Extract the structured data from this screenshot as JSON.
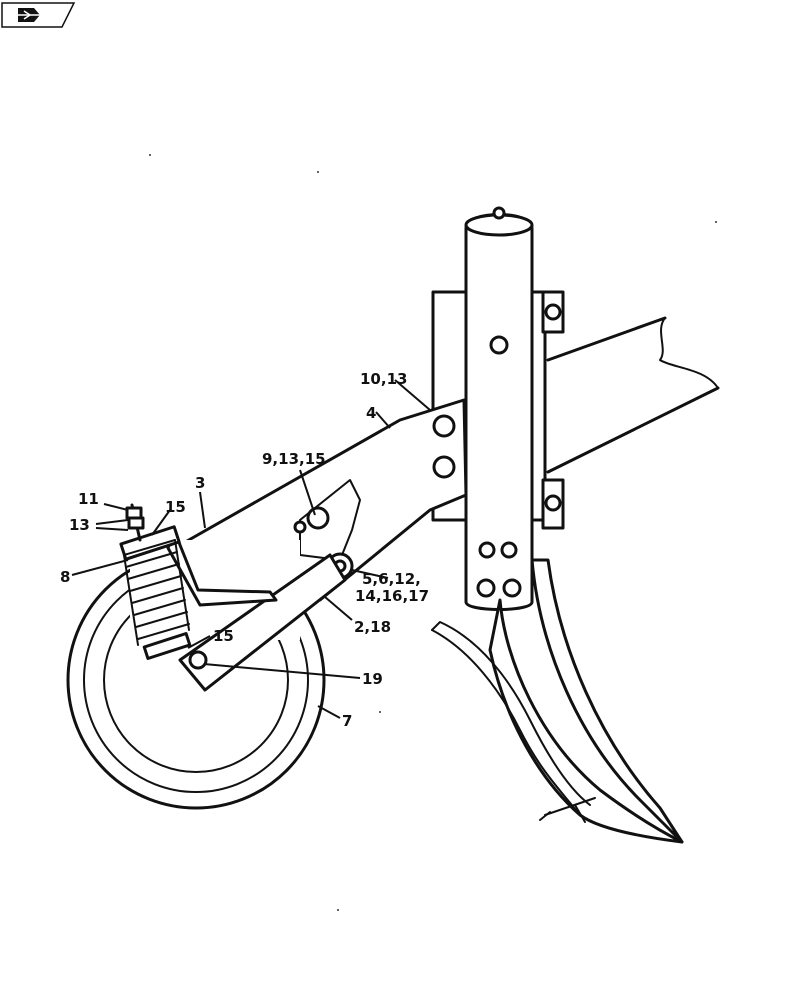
{
  "nav_icon": "book-arrow-icon",
  "callouts": [
    {
      "id": "c1",
      "label": "10,13"
    },
    {
      "id": "c2",
      "label": "4"
    },
    {
      "id": "c3",
      "label": "9,13,15"
    },
    {
      "id": "c4",
      "label": "3"
    },
    {
      "id": "c5",
      "label": "11"
    },
    {
      "id": "c6",
      "label": "15"
    },
    {
      "id": "c7",
      "label": "13"
    },
    {
      "id": "c8",
      "label": "8"
    },
    {
      "id": "c9",
      "label": "5,6,12,"
    },
    {
      "id": "c10",
      "label": "14,16,17"
    },
    {
      "id": "c11",
      "label": "2,18"
    },
    {
      "id": "c12",
      "label": "15"
    },
    {
      "id": "c13",
      "label": "19"
    },
    {
      "id": "c14",
      "label": "7"
    }
  ]
}
